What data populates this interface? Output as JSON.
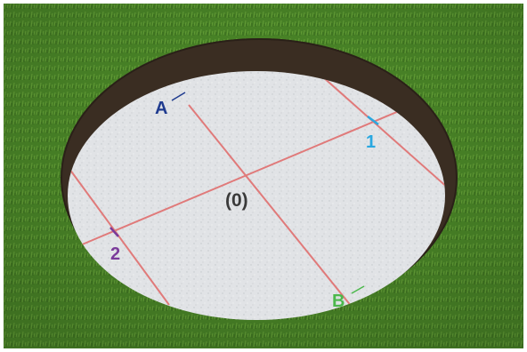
{
  "labels": {
    "center": "(0)",
    "point_a": "A",
    "point_b": "B",
    "point_1": "1",
    "point_2": "2"
  },
  "colors": {
    "grass_dark": "#3f7a1e",
    "grass_light": "#6aa83a",
    "soil": "#3a2d22",
    "gravel": "#dcdfe2",
    "lines": "#e07a7a",
    "label_a": "#1f3b8f",
    "label_b": "#4cb84c",
    "label_1": "#29a8e0",
    "label_2": "#7a3a9a",
    "label_center": "#3a3a3a"
  }
}
